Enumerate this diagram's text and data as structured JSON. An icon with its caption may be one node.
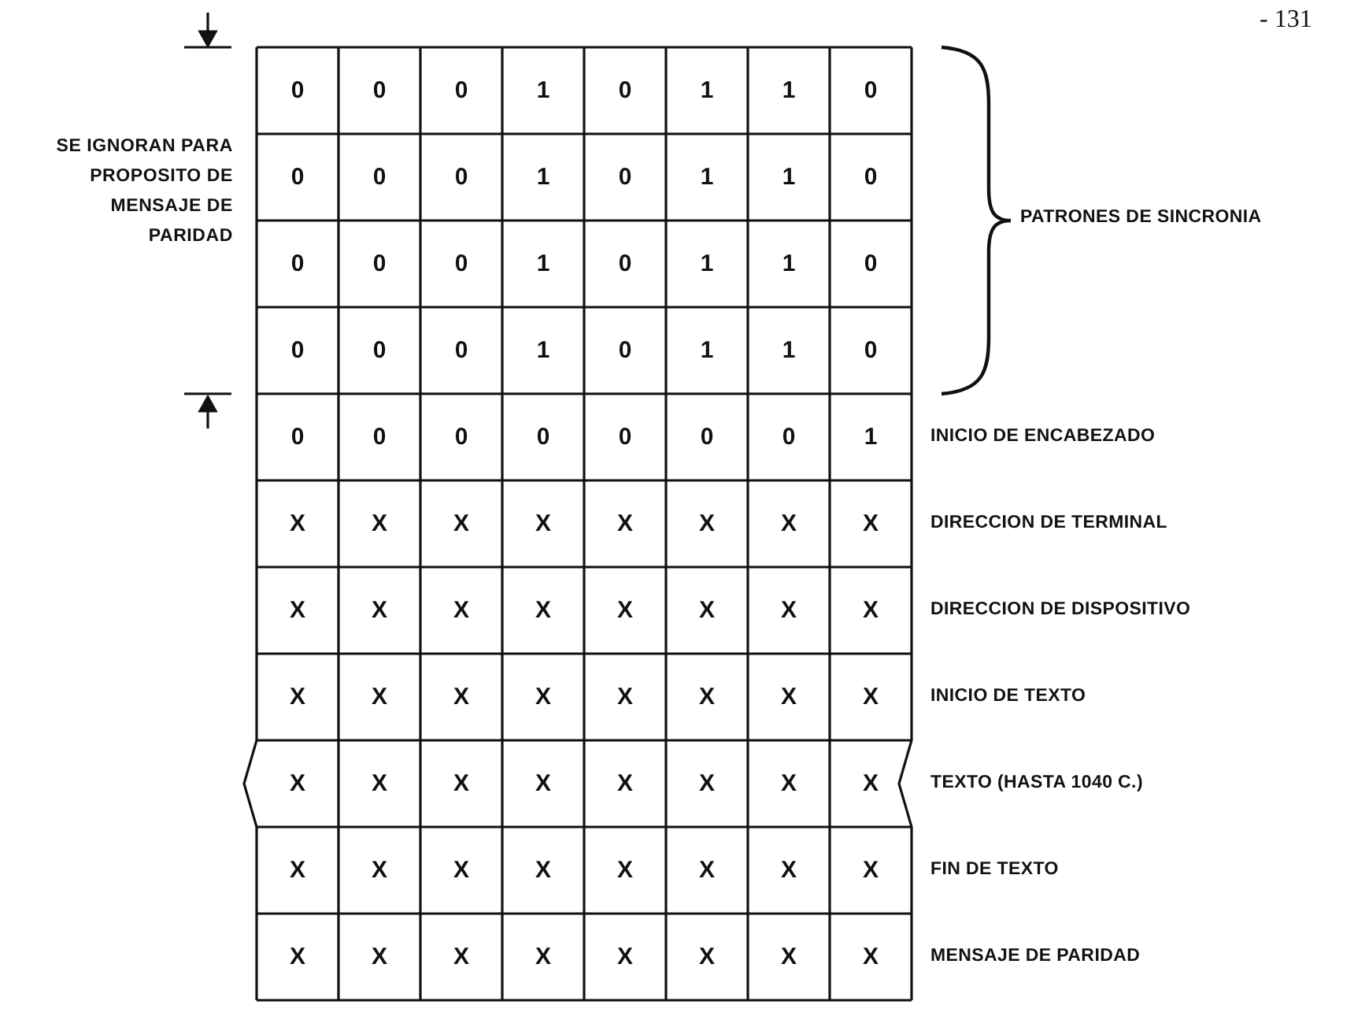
{
  "diagram": {
    "labels": [
      "- 131",
      "SE IGNORAN PARA PROPOSITO DE MENSAJE DE PARIDAD",
      "0",
      "0",
      "0",
      "1",
      "0",
      "1",
      "1",
      "0",
      "0",
      "0",
      "0",
      "1",
      "0",
      "1",
      "1",
      "0",
      "0",
      "0",
      "0",
      "1",
      "0",
      "1",
      "1",
      "0",
      "0",
      "0",
      "0",
      "1",
      "0",
      "1",
      "1",
      "0",
      "PATRONES DE SINCRONIA",
      "0",
      "0",
      "0",
      "0",
      "0",
      "0",
      "0",
      "1",
      "INICIO DE ENCABEZADO",
      "X",
      "X",
      "X",
      "X",
      "X",
      "X",
      "X",
      "X",
      "DIRECCION DE TERMINAL",
      "X",
      "X",
      "X",
      "X",
      "X",
      "X",
      "X",
      "X",
      "DIRECCION DE DISPOSITIVO",
      "X",
      "X",
      "X",
      "X",
      "X",
      "X",
      "X",
      "X",
      "INICIO DE TEXTO",
      "X",
      "X",
      "X",
      "X",
      "X",
      "X",
      "X",
      "X",
      "TEXTO (HASTA 1040 C.)",
      "X",
      "X",
      "X",
      "X",
      "X",
      "X",
      "X",
      "X",
      "FIN DE TEXTO",
      "X",
      "X",
      "X",
      "X",
      "X",
      "X",
      "X",
      "X",
      "MENSAJE DE PARIDAD"
    ]
  }
}
